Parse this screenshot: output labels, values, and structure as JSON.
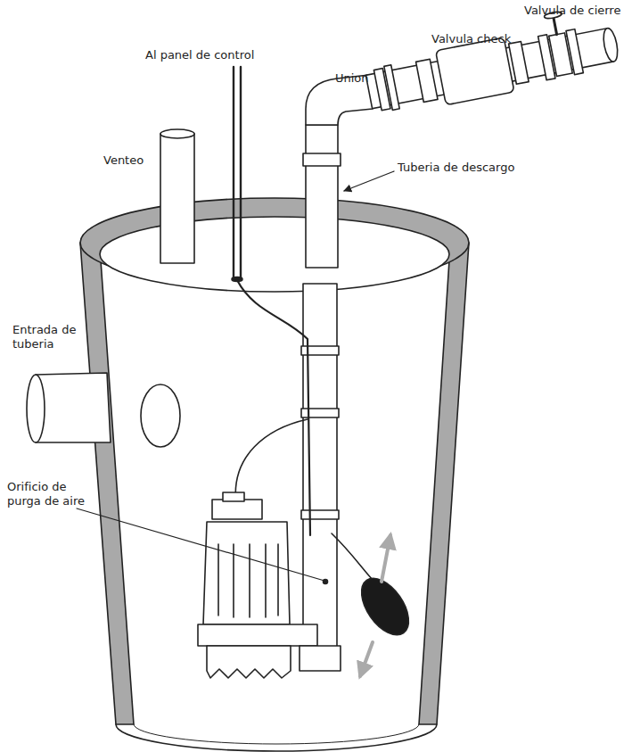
{
  "diagram": {
    "labels": [
      "Valvula de cierre",
      "Al panel de control",
      "Valvula check",
      "Union",
      "Venteo",
      "Tuberia de descargo",
      "Entrada de tuberia",
      "Orificio de purga de aire"
    ]
  }
}
